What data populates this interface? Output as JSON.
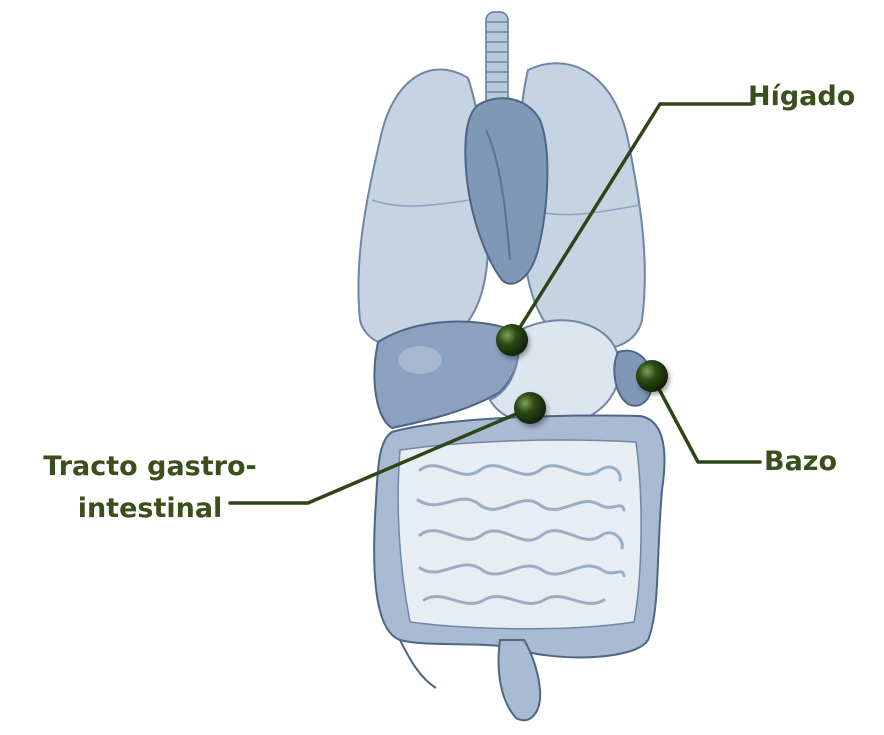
{
  "labels": {
    "liver": "Hígado",
    "spleen": "Bazo",
    "gi_line1": "Tracto gastro-",
    "gi_line2": "intestinal"
  },
  "colors": {
    "label": "#3b4f1c",
    "leader": "#2f4517",
    "marker": "#2e4a14",
    "organ_light": "#c6d3e2",
    "organ_mid": "#9fb3cb",
    "organ_dark": "#6b84a4",
    "organ_outline": "#4e6686",
    "intestine_small": "#e3e8ef"
  }
}
